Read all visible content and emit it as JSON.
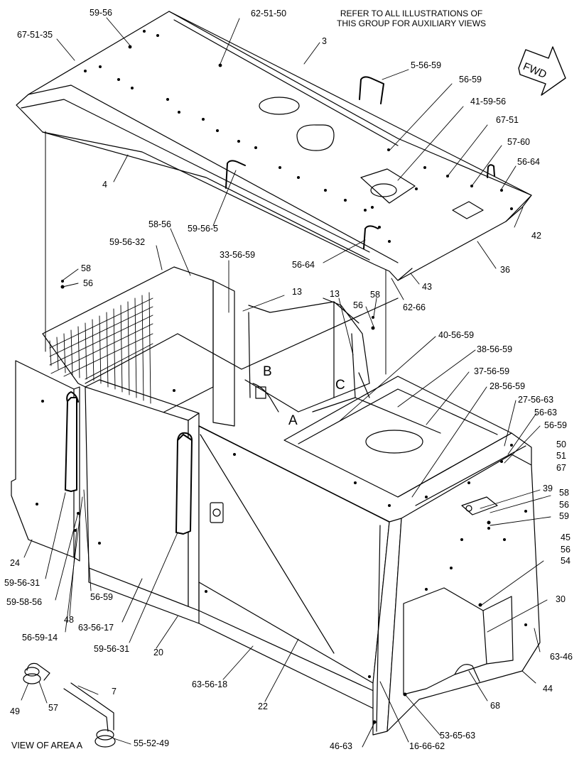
{
  "note": {
    "line1": "REFER TO ALL ILLUSTRATIONS OF",
    "line2": "THIS GROUP FOR AUXILIARY VIEWS"
  },
  "fwd_arrow": {
    "label": "FWD"
  },
  "view_caption": "VIEW OF AREA A",
  "area_letters": {
    "a": "A",
    "b": "B",
    "c": "C"
  },
  "callouts": [
    "59-56",
    "62-51-50",
    "67-51-35",
    "3",
    "5-56-59",
    "56-59",
    "41-59-56",
    "67-51",
    "57-60",
    "56-64",
    "4",
    "59-56-5",
    "42",
    "58-56",
    "59-56-32",
    "33-56-59",
    "56-64",
    "36",
    "58",
    "56",
    "43",
    "13",
    "13",
    "58",
    "56",
    "62-66",
    "40-56-59",
    "38-56-59",
    "37-56-59",
    "28-56-59",
    "27-56-63",
    "56-63",
    "56-59",
    "50",
    "51",
    "67",
    "39",
    "58",
    "56",
    "59",
    "45",
    "56",
    "54",
    "30",
    "24",
    "59-56-31",
    "59-58-56",
    "56-59",
    "48",
    "63-56-17",
    "56-59-14",
    "59-56-31",
    "20",
    "63-46",
    "44",
    "63-56-18",
    "22",
    "68",
    "7",
    "49",
    "57",
    "55-52-49",
    "46-63",
    "16-66-62",
    "53-65-63"
  ]
}
